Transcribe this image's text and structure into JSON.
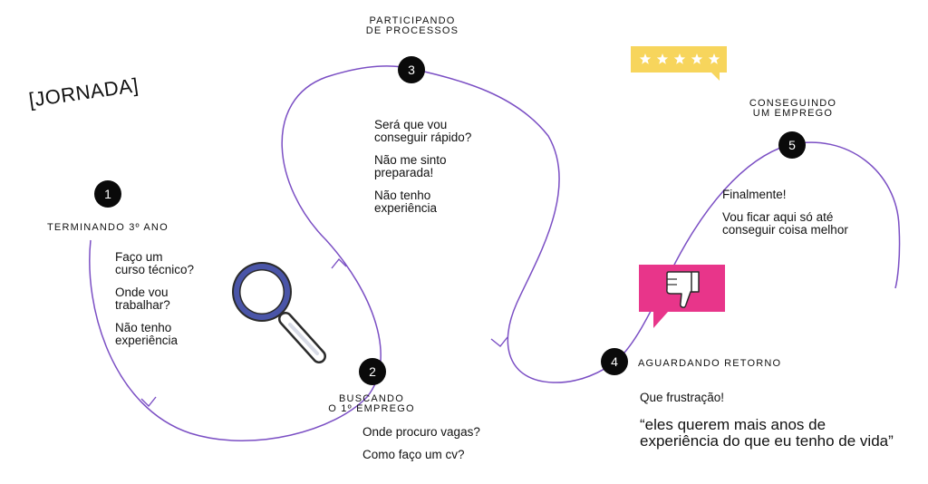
{
  "title": "[JORNADA]",
  "colors": {
    "path": "#7b4fc4",
    "rating_bg": "#f7d55c",
    "dislike_bg": "#e8358a",
    "badge": "#0a0a0a",
    "magnifier_ring": "#4a55a8"
  },
  "stages": [
    {
      "number": "1",
      "label": "TERMINANDO 3º ANO",
      "thoughts": [
        "Faço um\ncurso técnico?",
        "Onde vou\ntrabalhar?",
        "Não tenho\nexperiência"
      ]
    },
    {
      "number": "2",
      "label_line1": "BUSCANDO",
      "label_line2": "O 1º EMPREGO",
      "thoughts": [
        "Onde procuro vagas?",
        "Como faço um cv?"
      ]
    },
    {
      "number": "3",
      "label_line1": "PARTICIPANDO",
      "label_line2": "DE PROCESSOS",
      "thoughts": [
        "Será que vou\nconseguir rápido?",
        "Não me sinto\npreparada!",
        "Não tenho\nexperiência"
      ]
    },
    {
      "number": "4",
      "label": "AGUARDANDO RETORNO",
      "thoughts": [
        "Que frustração!"
      ],
      "quote": "“eles querem mais anos de\nexperiência do que eu tenho de vida”"
    },
    {
      "number": "5",
      "label_line1": "CONSEGUINDO",
      "label_line2": "UM EMPREGO",
      "thoughts": [
        "Finalmente!",
        "Vou ficar aqui só até\nconseguir coisa melhor"
      ]
    }
  ],
  "icons": {
    "magnifier": "magnifier-icon",
    "rating": "five-stars-icon",
    "dislike": "thumbs-down-icon"
  },
  "rating": {
    "stars": 5,
    "max": 5
  }
}
